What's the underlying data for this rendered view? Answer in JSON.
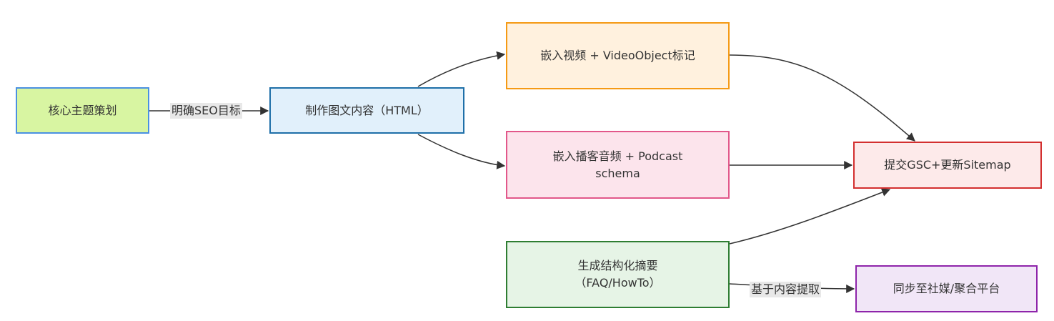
{
  "nodes": {
    "core_topic": {
      "label": "核心主题策划",
      "fill": "#d8f5a2",
      "stroke": "#4a90e2"
    },
    "make_content": {
      "label": "制作图文内容（HTML）",
      "fill": "#e1f0fb",
      "stroke": "#1e6fa8"
    },
    "embed_video": {
      "label": "嵌入视频 + VideoObject标记",
      "fill": "#fff1de",
      "stroke": "#f59a14"
    },
    "embed_podcast": {
      "label": "嵌入播客音频 + Podcast schema",
      "fill": "#fce4ec",
      "stroke": "#e2578a"
    },
    "structured_summary": {
      "label": "生成结构化摘要（FAQ/HowTo）",
      "fill": "#e6f4e6",
      "stroke": "#2e7d32"
    },
    "submit_gsc": {
      "label": "提交GSC+更新Sitemap",
      "fill": "#fdeaea",
      "stroke": "#d32f2f"
    },
    "sync_social": {
      "label": "同步至社媒/聚合平台",
      "fill": "#f1e6f7",
      "stroke": "#8e24aa"
    }
  },
  "edges": {
    "core_to_make": "明确SEO目标",
    "summary_to_sync": "基于内容提取"
  },
  "colors": {
    "edge": "#333333",
    "edge_label_bg": "#e8e8e8"
  }
}
